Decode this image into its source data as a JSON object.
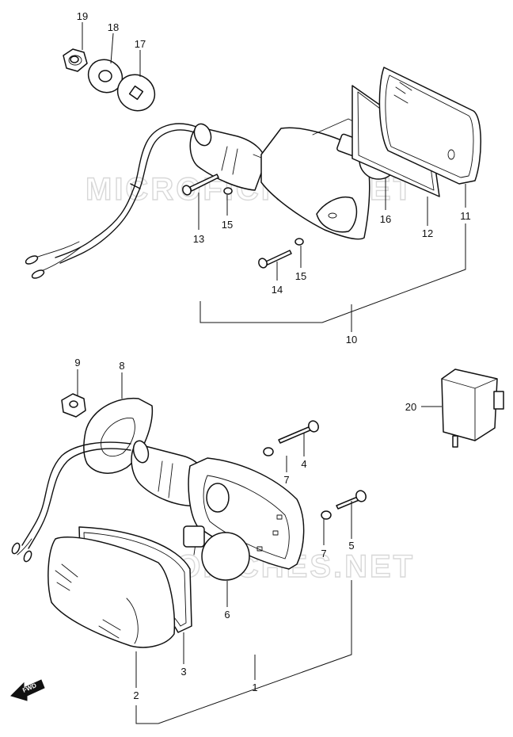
{
  "watermark": "MICROFICHES.NET",
  "fwd_label": "FWD",
  "callouts": {
    "c1": "1",
    "c2": "2",
    "c3": "3",
    "c4": "4",
    "c5": "5",
    "c6": "6",
    "c7a": "7",
    "c7b": "7",
    "c8": "8",
    "c9": "9",
    "c10": "10",
    "c11": "11",
    "c12": "12",
    "c13": "13",
    "c14": "14",
    "c15a": "15",
    "c15b": "15",
    "c16": "16",
    "c17": "17",
    "c18": "18",
    "c19": "19",
    "c20": "20"
  }
}
